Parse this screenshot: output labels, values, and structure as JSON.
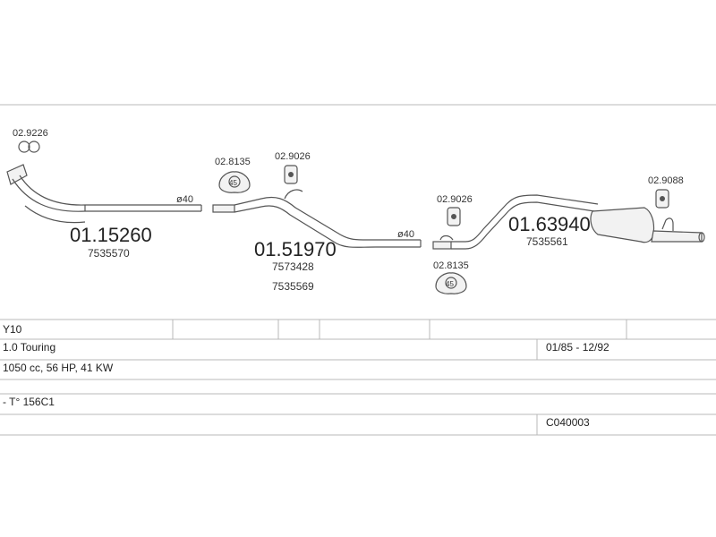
{
  "parts": {
    "front_pipe": {
      "number": "01.15260",
      "oem": "7535570",
      "diameter": "ø40"
    },
    "middle_pipe": {
      "number": "01.51970",
      "oem_1": "7573428",
      "oem_2": "7535569",
      "diameter": "ø40"
    },
    "rear_silencer": {
      "number": "01.63940",
      "oem": "7535561"
    },
    "gasket_front": "02.9226",
    "clamp_1": "02.8135",
    "hanger_1": "02.9026",
    "hanger_2": "02.9026",
    "clamp_2": "02.8135",
    "hanger_rear": "02.9088",
    "clamp_symbol": "45"
  },
  "vehicle": {
    "model": "Y10",
    "version": "1.0 Touring",
    "years": "01/85 - 12/92",
    "engine": "1050 cc, 56 HP, 41 KW",
    "engine_code": "- T° 156C1",
    "catalog_code": "C040003"
  },
  "colors": {
    "line": "#555555",
    "grid": "#b8b8b8",
    "text": "#222222"
  }
}
